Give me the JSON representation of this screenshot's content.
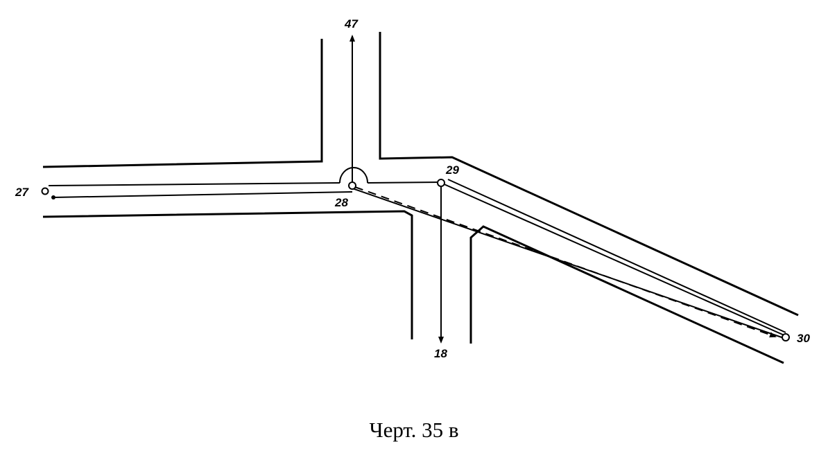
{
  "labels": {
    "n27": "27",
    "n28": "28",
    "n29": "29",
    "n30": "30",
    "n47": "47",
    "n18": "18"
  },
  "caption": "Черт. 35 в"
}
